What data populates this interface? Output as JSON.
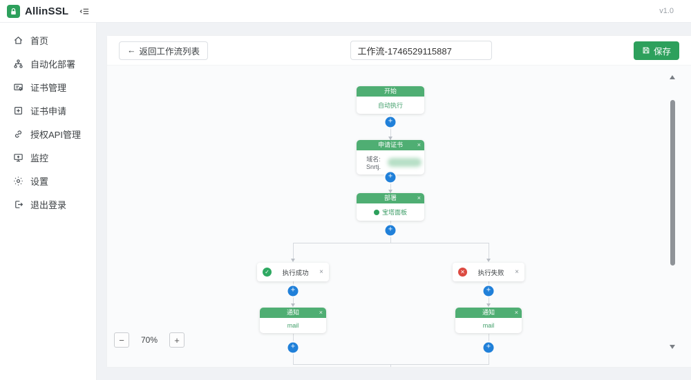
{
  "app": {
    "name": "AllinSSL",
    "version": "v1.0"
  },
  "icons": {
    "close": "×",
    "plus": "+",
    "check": "✓",
    "cross": "✕",
    "minus": "−",
    "zoom_plus": "+",
    "back_arrow": "←"
  },
  "sidebar": {
    "items": [
      {
        "label": "首页",
        "icon": "home-icon"
      },
      {
        "label": "自动化部署",
        "icon": "deploy-icon"
      },
      {
        "label": "证书管理",
        "icon": "certificate-manage-icon"
      },
      {
        "label": "证书申请",
        "icon": "certificate-apply-icon"
      },
      {
        "label": "授权API管理",
        "icon": "api-auth-icon"
      },
      {
        "label": "监控",
        "icon": "monitor-icon"
      },
      {
        "label": "设置",
        "icon": "settings-icon"
      },
      {
        "label": "退出登录",
        "icon": "logout-icon"
      }
    ]
  },
  "toolbar": {
    "back_label": "返回工作流列表",
    "title_value": "工作流-1746529115887",
    "save_label": "保存"
  },
  "workflow": {
    "start": {
      "title": "开始",
      "body": "自动执行"
    },
    "apply_cert": {
      "title": "申请证书",
      "body_label": "域名: Snrtj."
    },
    "deploy": {
      "title": "部署",
      "body": "宝塔面板"
    },
    "branch_success": {
      "label": "执行成功"
    },
    "branch_fail": {
      "label": "执行失败"
    },
    "notify": {
      "title": "通知",
      "body": "mail"
    }
  },
  "zoom_control": {
    "value": "70%"
  },
  "colors": {
    "node_header_green": "#4fae73",
    "primary_green": "#2da05c",
    "plus_blue": "#2080d9",
    "success_green": "#2fa962",
    "error_red": "#dc4a41",
    "canvas_bg": "#fafbfc"
  }
}
